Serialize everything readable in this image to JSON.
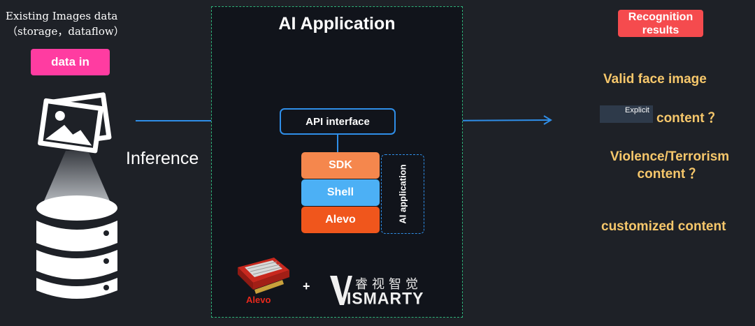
{
  "source": {
    "title_line1": "Existing Images data",
    "title_line2": "（storage，dataflow）",
    "badge": "data in",
    "arrow_label": "Inference"
  },
  "application": {
    "title": "AI Application",
    "api_label": "API interface",
    "layers": [
      "SDK",
      "Shell",
      "Alevo"
    ],
    "bracket_label": "AI application",
    "hardware_label": "Alevo",
    "plus": "+",
    "brand_cn": "睿视智觉",
    "brand_en": "ISMARTY"
  },
  "results": {
    "badge_line1": "Recognition",
    "badge_line2": "results",
    "items": [
      "Valid face image",
      "content ？",
      "Violence/Terrorism",
      "content ？",
      "customized content"
    ],
    "mask_label": "Explicit"
  },
  "colors": {
    "background": "#1e2127",
    "data_in_badge": "#ff3ca1",
    "results_badge": "#f54b4e",
    "result_text": "#f6c76b",
    "arrow_blue": "#2f8ee8",
    "panel_border": "#2fb37a",
    "sdk": "#f5874d",
    "shell": "#4cb0f5",
    "alevo": "#f0561c"
  },
  "icons": [
    "image-stack-icon",
    "database-icon",
    "accelerator-card-image",
    "vismarty-logo"
  ]
}
